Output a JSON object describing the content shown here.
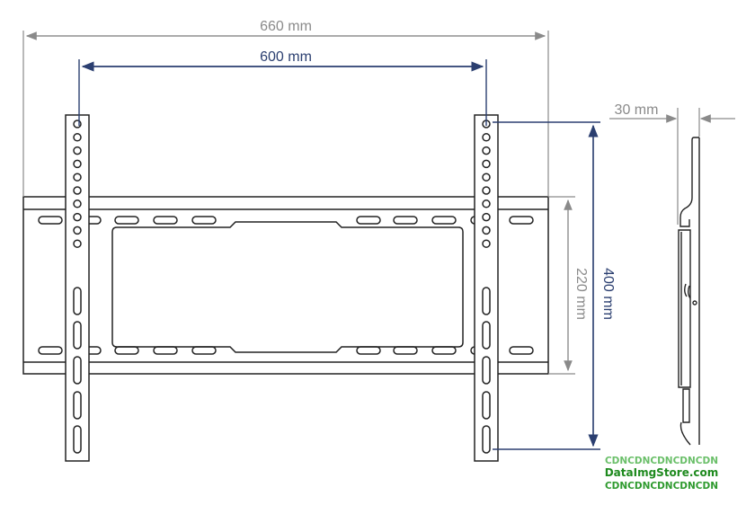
{
  "dimensions": {
    "overall_width": "660 mm",
    "hole_spacing_horizontal": "600 mm",
    "hole_spacing_vertical": "400 mm",
    "plate_height": "220 mm",
    "depth": "30 mm"
  },
  "watermark": {
    "line1": "CDNCDNCDNCDNCDN",
    "line2": "DataImgStore.com",
    "line3": "CDNCDNCDNCDNCDN"
  },
  "colors": {
    "gray_dim": "#8a8a8a",
    "blue_dim": "#2b3f70",
    "line": "#222222"
  }
}
